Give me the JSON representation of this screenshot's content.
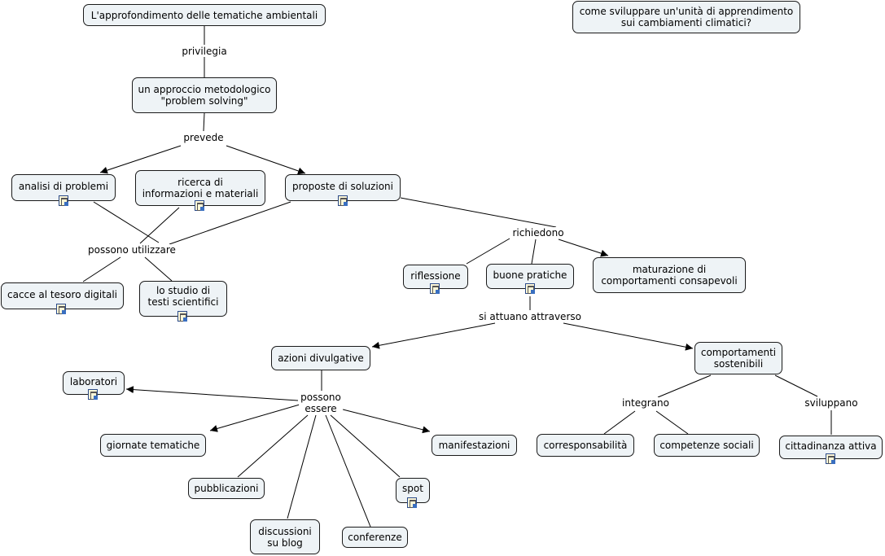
{
  "concepts": {
    "approfondimento": "L'approfondimento delle tematiche ambientali",
    "come_sviluppare": "come sviluppare un'unità di apprendimento\nsui cambiamenti climatici?",
    "approccio": "un approccio metodologico\n\"problem solving\"",
    "analisi": "analisi di problemi",
    "ricerca": "ricerca di\ninformazioni e materiali",
    "proposte": "proposte di soluzioni",
    "cacce": "cacce al tesoro digitali",
    "studio": "lo studio di\ntesti scientifici",
    "riflessione": "riflessione",
    "buone_pratiche": "buone pratiche",
    "maturazione": "maturazione di\ncomportamenti consapevoli",
    "azioni": "azioni divulgative",
    "comportamenti": "comportamenti\nsostenibili",
    "laboratori": "laboratori",
    "giornate": "giornate tematiche",
    "manifestazioni": "manifestazioni",
    "pubblicazioni": "pubblicazioni",
    "spot": "spot",
    "discussioni": "discussioni\nsu blog",
    "conferenze": "conferenze",
    "corresponsabilita": "corresponsabilità",
    "competenze": "competenze sociali",
    "cittadinanza": "cittadinanza attiva"
  },
  "link_phrases": {
    "privilegia": "privilegia",
    "prevede": "prevede",
    "possono_utilizzare": "possono utilizzare",
    "richiedono": "richiedono",
    "si_attuano": "si attuano attraverso",
    "possono_essere": "possono\nessere",
    "integrano": "integrano",
    "sviluppano": "sviluppano"
  },
  "resource_icon": "document-resource-icon",
  "colors": {
    "node_fill": "#eef3f6",
    "node_border": "#1a1a1a",
    "line": "#000000"
  }
}
